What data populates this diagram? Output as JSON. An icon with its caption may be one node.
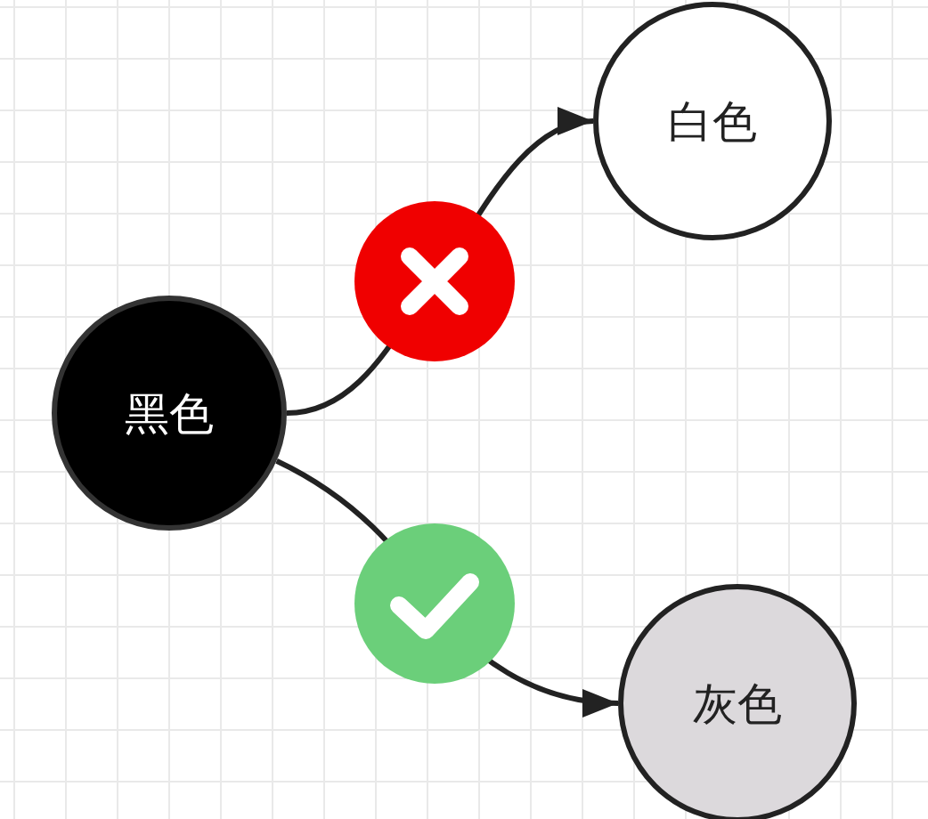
{
  "diagram": {
    "nodes": [
      {
        "text": [
          "黑色"
        ]
      },
      {
        "text": [
          "白色"
        ]
      },
      {
        "text": [
          "灰色"
        ]
      }
    ],
    "edges": [
      {
        "from": 0,
        "to": 1,
        "arrow": "to"
      },
      {
        "from": 0,
        "to": 2,
        "arrow": "to"
      }
    ]
  }
}
